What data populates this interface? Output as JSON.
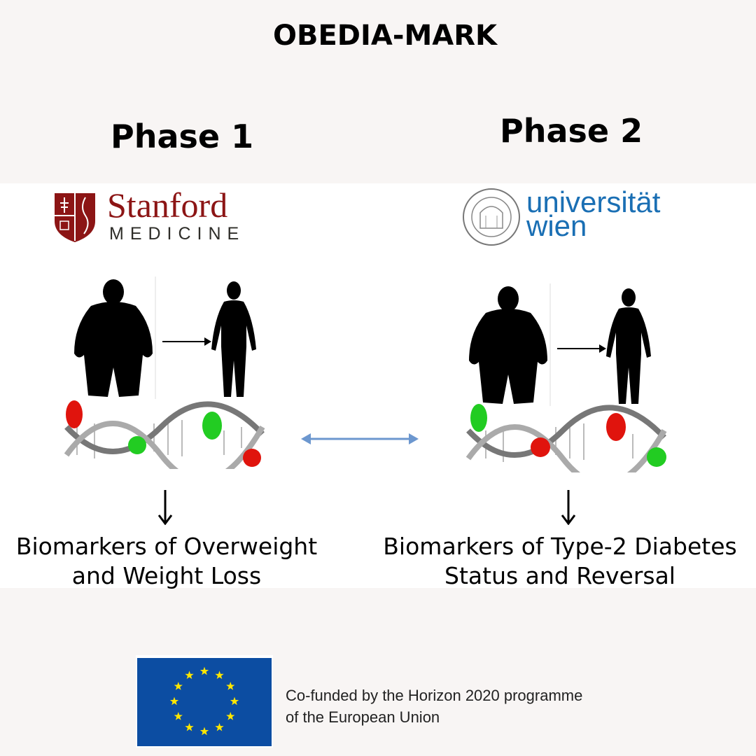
{
  "title": "OBEDIA-MARK",
  "phase1": {
    "label": "Phase 1",
    "logo": {
      "name": "Stanford",
      "subtitle": "MEDICINE"
    },
    "caption_line1": "Biomarkers of Overweight",
    "caption_line2": "and Weight Loss"
  },
  "phase2": {
    "label": "Phase 2",
    "logo": {
      "line1": "universität",
      "line2": "wien"
    },
    "caption_line1": "Biomarkers of Type-2 Diabetes",
    "caption_line2": "Status and Reversal"
  },
  "funding": {
    "line1": "Co-funded by the Horizon 2020 programme",
    "line2": "of the European Union"
  },
  "colors": {
    "stanford_red": "#8c1515",
    "vienna_blue": "#1a6fb4",
    "eu_blue": "#0c4da2",
    "eu_yellow": "#ffe600",
    "arrow_blue": "#6c97cf"
  }
}
